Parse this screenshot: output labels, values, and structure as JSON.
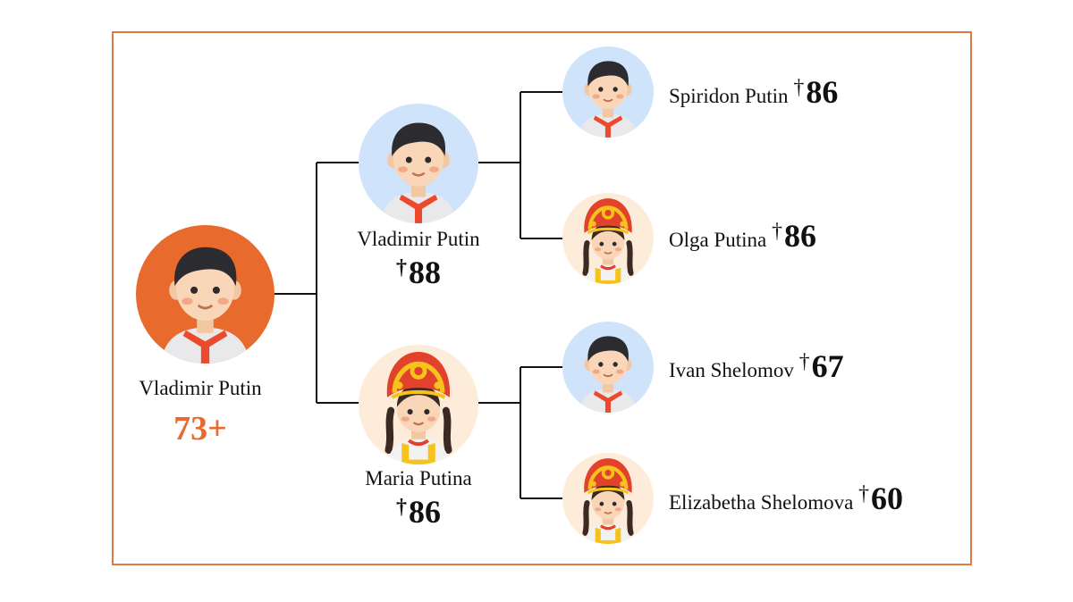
{
  "colors": {
    "frame": "#e07a45",
    "accent": "#e86a2c",
    "line": "#111111"
  },
  "root": {
    "name": "Vladimir Putin",
    "age": "73+",
    "avatar": "boy-avatar-icon"
  },
  "parents": [
    {
      "name": "Vladimir Putin",
      "dagger": "†",
      "age": "88",
      "avatar": "boy-avatar-icon"
    },
    {
      "name": "Maria Putina",
      "dagger": "†",
      "age": "86",
      "avatar": "girl-kokoshnik-avatar-icon"
    }
  ],
  "grandparents": [
    {
      "name": "Spiridon Putin",
      "dagger": "†",
      "age": "86",
      "avatar": "boy-avatar-icon"
    },
    {
      "name": "Olga Putina",
      "dagger": "†",
      "age": "86",
      "avatar": "girl-kokoshnik-avatar-icon"
    },
    {
      "name": "Ivan Shelomov",
      "dagger": "†",
      "age": "67",
      "avatar": "boy-avatar-icon"
    },
    {
      "name": "Elizabetha Shelomova",
      "dagger": "†",
      "age": "60",
      "avatar": "girl-kokoshnik-avatar-icon"
    }
  ]
}
